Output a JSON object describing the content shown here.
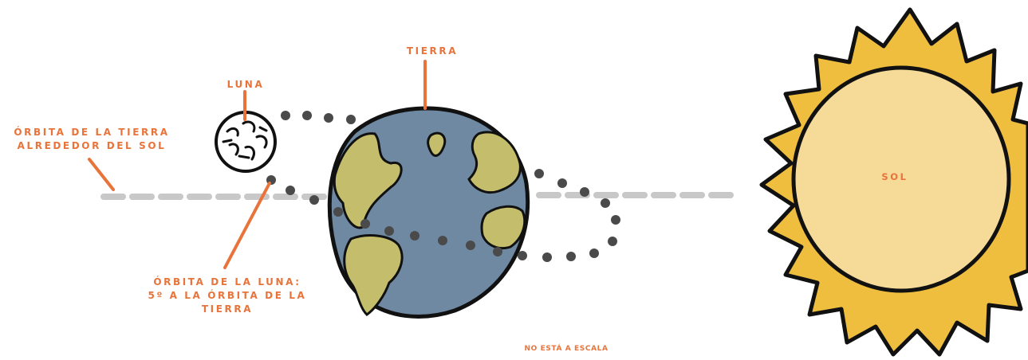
{
  "labels": {
    "tierra": "TIERRA",
    "luna": "LUNA",
    "orbita_tierra": [
      "ÓRBITA DE LA TIERRA",
      "ALREDEDOR DEL SOL"
    ],
    "orbita_luna": [
      "ÓRBITA DE LA LUNA:",
      "5º A LA ÓRBITA DE LA",
      "TIERRA"
    ],
    "sol": "SOL",
    "escala": "NO ESTÁ A ESCALA"
  },
  "colors": {
    "label": "#e8743b",
    "earth_ocean": "#6f89a3",
    "earth_land": "#c4bd6c",
    "sun_rays": "#efbe3e",
    "sun_disc": "#f6da98",
    "orbit_dash": "#c8c8c8",
    "moon_orbit_dots": "#4a4a4a",
    "outline": "#111111"
  }
}
